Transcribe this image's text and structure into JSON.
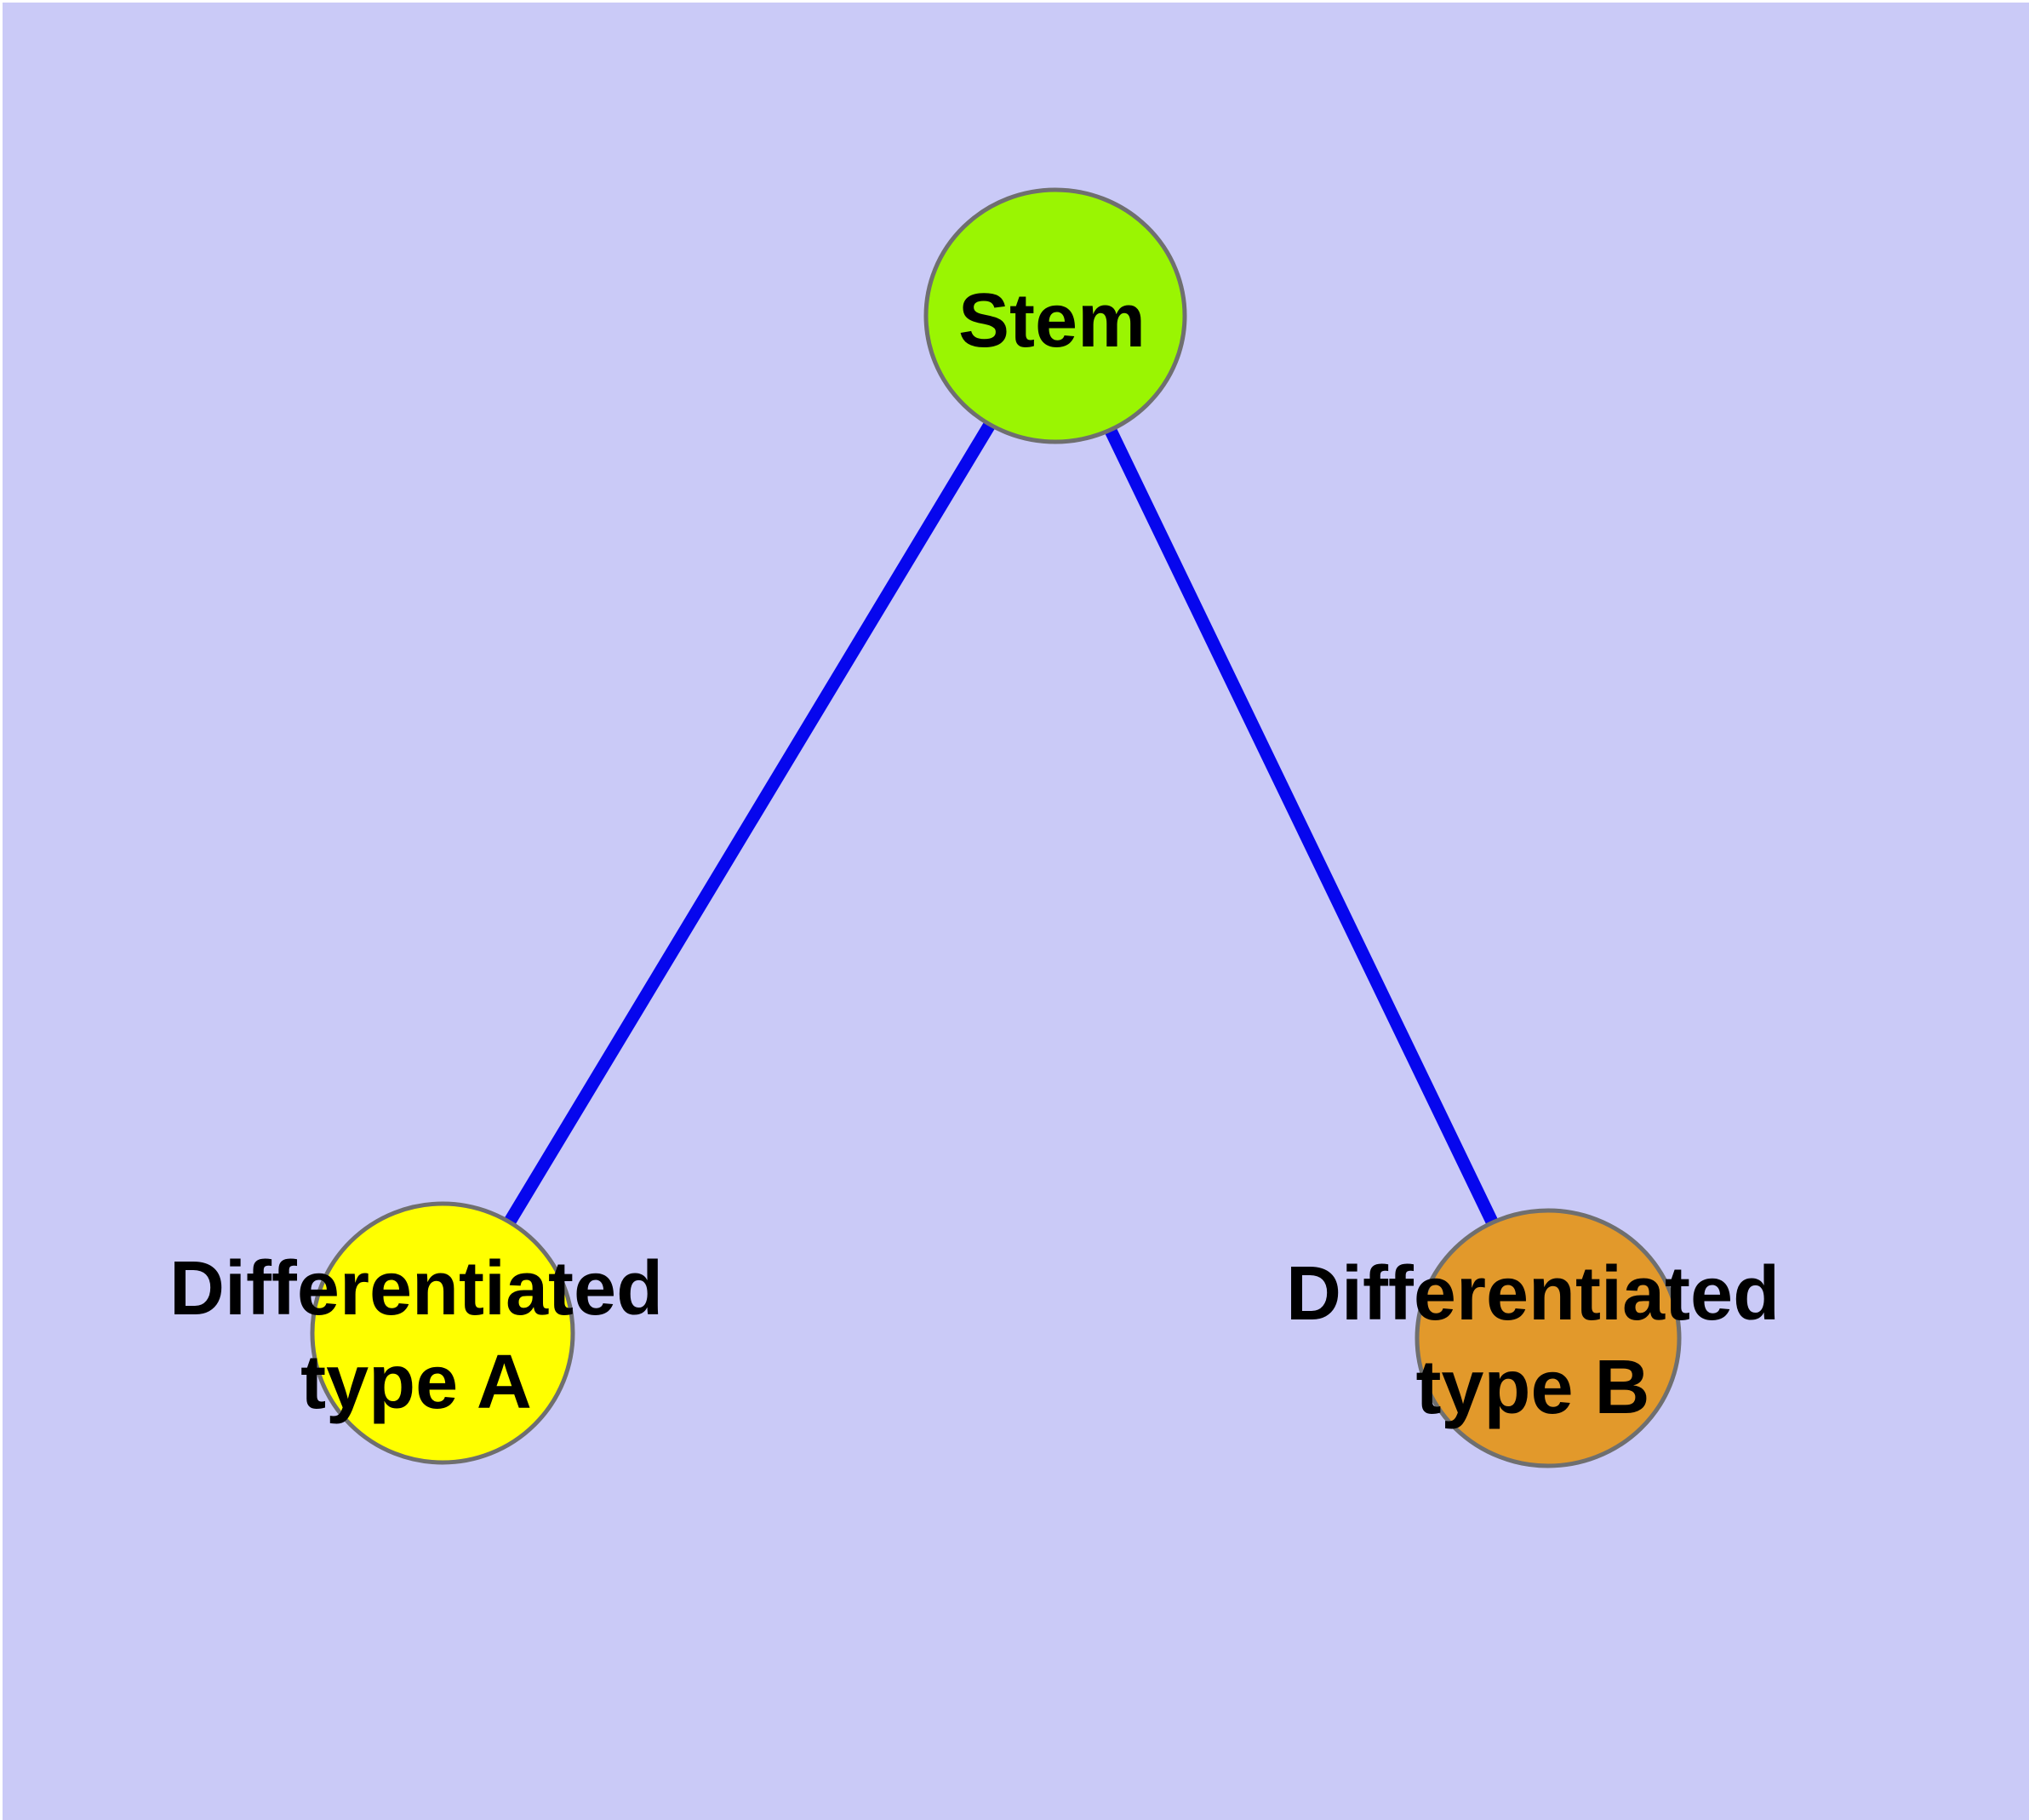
{
  "diagram": {
    "title": "",
    "background_color": "#CACAF7",
    "edge_color": "#0606EE",
    "node_border_color": "#6F6F6F",
    "label_color": "#000000",
    "nodes": [
      {
        "id": "stem",
        "label_lines": [
          "Stem"
        ],
        "label": "Stem",
        "color": "#9AF502"
      },
      {
        "id": "typeA",
        "label_lines": [
          "Differentiated",
          "type A"
        ],
        "label": "Differentiated type A",
        "color": "#FFFF00"
      },
      {
        "id": "typeB",
        "label_lines": [
          "Differentiated",
          "type B"
        ],
        "label": "Differentiated type B",
        "color": "#E2992B"
      }
    ],
    "edges": [
      {
        "from": "stem",
        "to": "typeA"
      },
      {
        "from": "stem",
        "to": "typeB"
      }
    ]
  }
}
